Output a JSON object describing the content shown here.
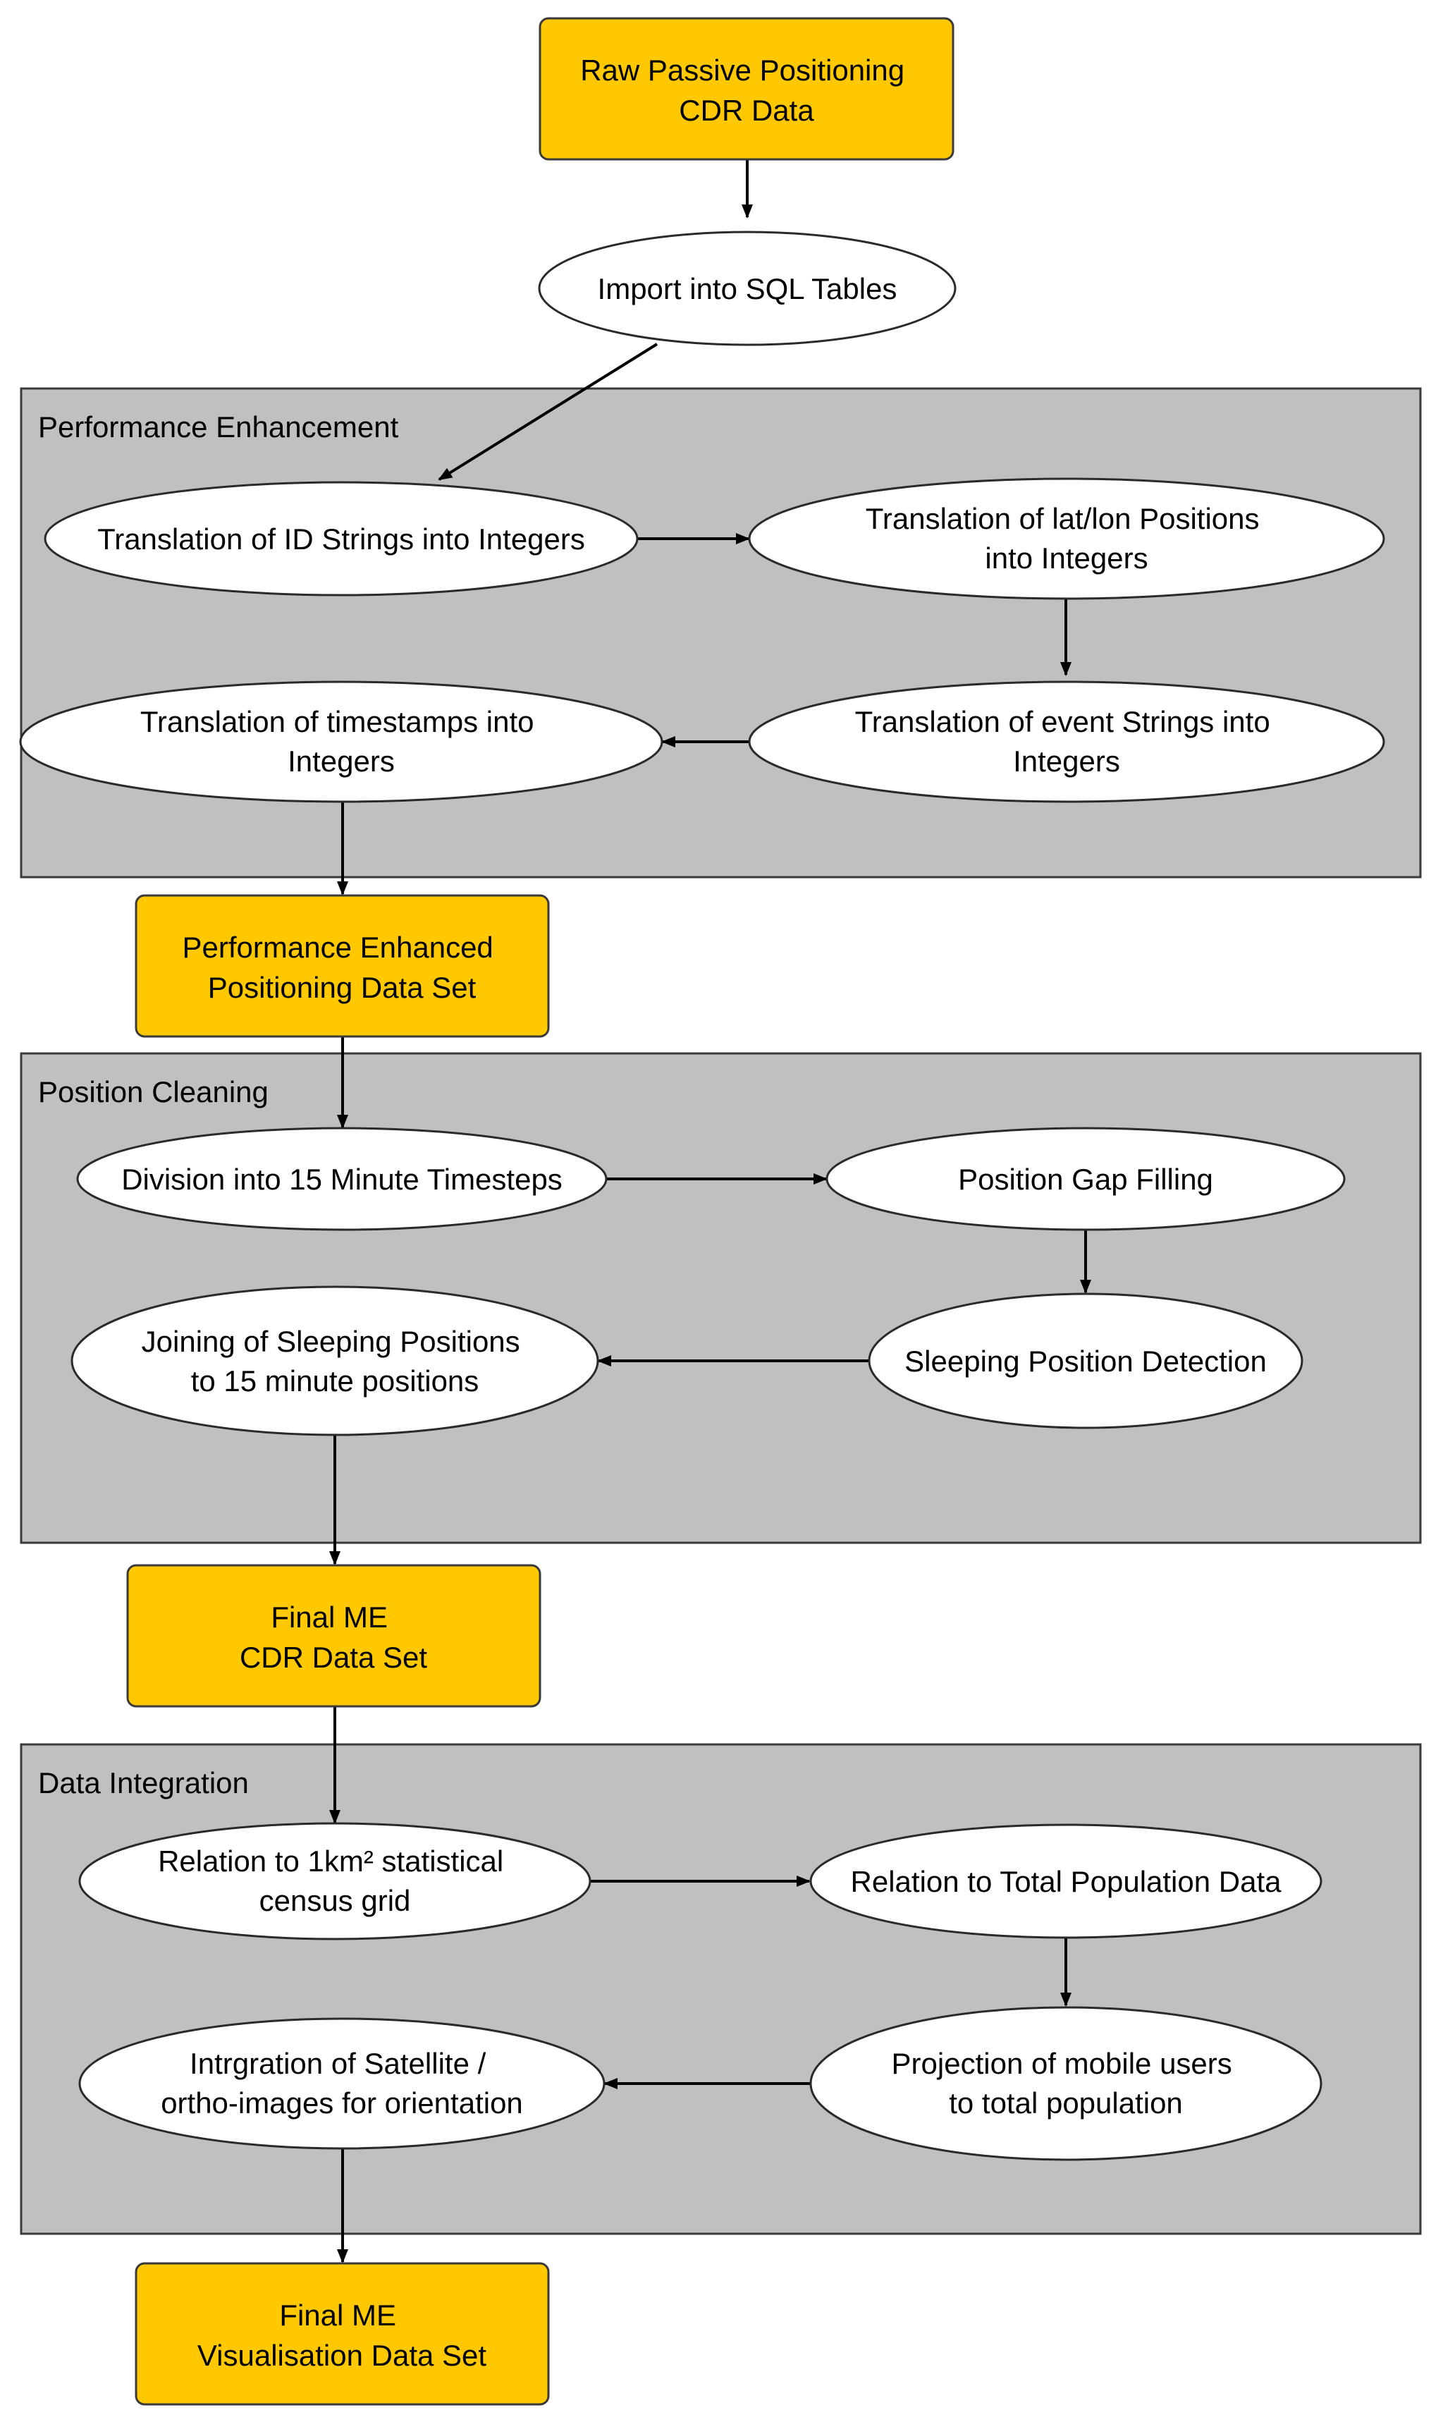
{
  "colors": {
    "data_box_fill": "#ffc800",
    "group_fill": "#c0c0c0",
    "process_fill": "#ffffff",
    "stroke": "#2a2a2a"
  },
  "groups": {
    "performance": {
      "title": "Performance Enhancement"
    },
    "cleaning": {
      "title": "Position Cleaning"
    },
    "integration": {
      "title": "Data Integration"
    }
  },
  "data_boxes": {
    "raw": {
      "lines": [
        "Raw Passive Positioning",
        "CDR Data"
      ]
    },
    "enhanced": {
      "lines": [
        "Performance Enhanced",
        "Positioning Data Set"
      ]
    },
    "final_cdr": {
      "lines": [
        "Final ME",
        "CDR Data Set"
      ]
    },
    "final_vis": {
      "lines": [
        "Final ME",
        "Visualisation Data Set"
      ]
    }
  },
  "steps": {
    "import_sql": {
      "lines": [
        "Import into SQL Tables"
      ]
    },
    "id_strings": {
      "lines": [
        "Translation of ID Strings into Integers"
      ]
    },
    "latlon": {
      "lines": [
        "Translation of lat/lon Positions",
        "into Integers"
      ]
    },
    "event_strings": {
      "lines": [
        "Translation of event Strings into",
        "Integers"
      ]
    },
    "timestamps": {
      "lines": [
        "Translation of timestamps into",
        "Integers"
      ]
    },
    "division": {
      "lines": [
        "Division into 15 Minute Timesteps"
      ]
    },
    "gap_filling": {
      "lines": [
        "Position Gap Filling"
      ]
    },
    "sleeping_detection": {
      "lines": [
        "Sleeping Position Detection"
      ]
    },
    "joining": {
      "lines": [
        "Joining of Sleeping Positions",
        "to 15 minute positions"
      ]
    },
    "census_grid": {
      "lines": [
        "Relation to 1km² statistical",
        "census grid"
      ]
    },
    "total_pop": {
      "lines": [
        "Relation to Total Population Data"
      ]
    },
    "projection": {
      "lines": [
        "Projection of mobile users",
        "to total population"
      ]
    },
    "satellite": {
      "lines": [
        "Intrgration of Satellite /",
        "ortho-images for orientation"
      ]
    }
  }
}
